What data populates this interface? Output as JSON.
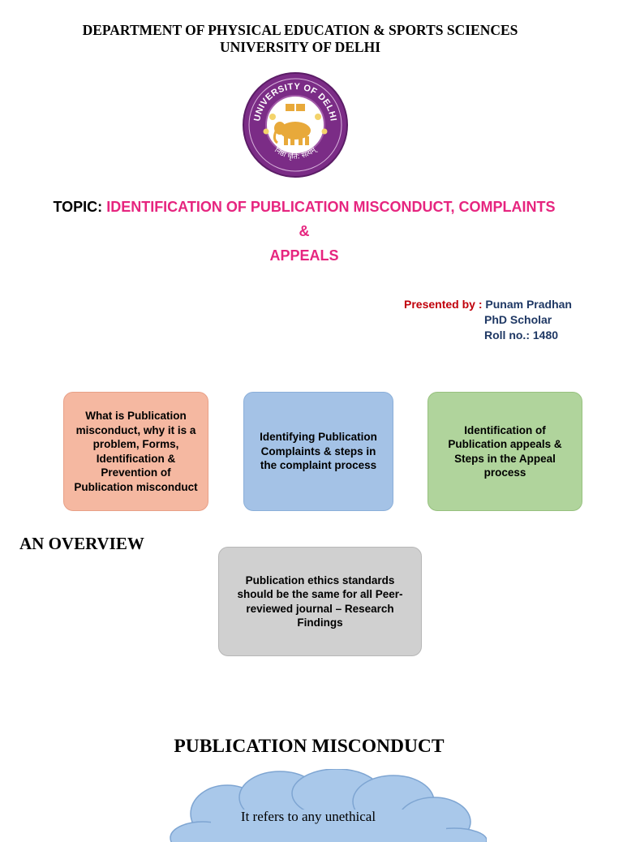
{
  "header": {
    "line1": "DEPARTMENT OF PHYSICAL EDUCATION & SPORTS SCIENCES",
    "line2": "UNIVERSITY OF DELHI"
  },
  "logo": {
    "top_text": "UNIVERSITY OF DELHI",
    "motto": "निष्ठा धृति: सत्यम्",
    "colors": {
      "ring": "#7b2c86",
      "ring_inner": "#a25aa8",
      "center": "#ffffff",
      "elephant": "#e8a93a"
    }
  },
  "topic": {
    "label": "TOPIC:",
    "line1": "IDENTIFICATION OF PUBLICATION MISCONDUCT, COMPLAINTS",
    "line2": "&",
    "line3": "APPEALS",
    "accent_color": "#e6257f"
  },
  "presenter": {
    "label": "Presented by :",
    "name": "Punam Pradhan",
    "role": "PhD Scholar",
    "roll": "Roll no.: 1480"
  },
  "boxes": [
    {
      "text": "What is Publication misconduct, why it is  a problem, Forms, Identification & Prevention of Publication misconduct",
      "color": "#f5b8a1"
    },
    {
      "text": "Identifying Publication Complaints & steps in the complaint process",
      "color": "#a4c2e6"
    },
    {
      "text": "Identification of Publication appeals & Steps in the Appeal process",
      "color": "#b0d49c"
    }
  ],
  "overview": {
    "heading": "AN OVERVIEW",
    "box_text": "Publication ethics standards should be the same for all Peer- reviewed journal – Research Findings",
    "box_color": "#d0d0d0"
  },
  "section": {
    "heading": "PUBLICATION MISCONDUCT",
    "cloud_text": "It refers to any unethical",
    "cloud_color": "#a9c8ea"
  }
}
